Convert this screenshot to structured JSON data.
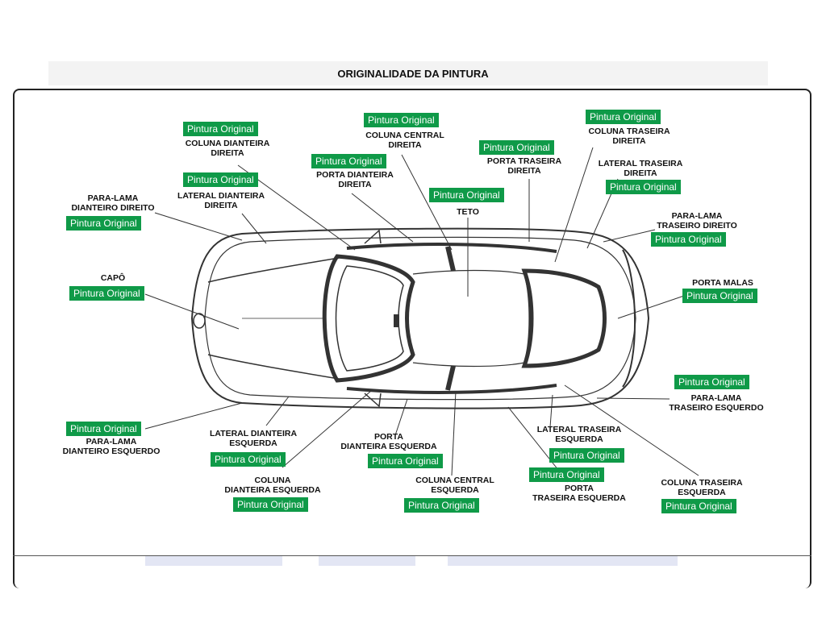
{
  "title": "ORIGINALIDADE DA PINTURA",
  "parts": [
    {
      "id": "coluna-dianteira-direita",
      "label": [
        "COLUNA DIANTEIRA",
        "DIREITA"
      ],
      "status": "Pintura Original"
    },
    {
      "id": "coluna-central-direita",
      "label": [
        "COLUNA CENTRAL",
        "DIREITA"
      ],
      "status": "Pintura Original"
    },
    {
      "id": "porta-dianteira-direita",
      "label": [
        "PORTA DIANTEIRA",
        "DIREITA"
      ],
      "status": "Pintura Original"
    },
    {
      "id": "porta-traseira-direita",
      "label": [
        "PORTA TRASEIRA",
        "DIREITA"
      ],
      "status": "Pintura Original"
    },
    {
      "id": "coluna-traseira-direita",
      "label": [
        "COLUNA TRASEIRA",
        "DIREITA"
      ],
      "status": "Pintura Original"
    },
    {
      "id": "lateral-traseira-direita",
      "label": [
        "LATERAL TRASEIRA",
        "DIREITA"
      ],
      "status": "Pintura Original"
    },
    {
      "id": "lateral-dianteira-direita",
      "label": [
        "LATERAL DIANTEIRA",
        "DIREITA"
      ],
      "status": "Pintura Original"
    },
    {
      "id": "teto",
      "label": [
        "TETO"
      ],
      "status": "Pintura Original"
    },
    {
      "id": "para-lama-dianteiro-direito",
      "label": [
        "PARA-LAMA",
        "DIANTEIRO DIREITO"
      ],
      "status": "Pintura Original"
    },
    {
      "id": "para-lama-traseiro-direito",
      "label": [
        "PARA-LAMA",
        "TRASEIRO DIREITO"
      ],
      "status": "Pintura Original"
    },
    {
      "id": "capo",
      "label": [
        "CAPÔ"
      ],
      "status": "Pintura Original"
    },
    {
      "id": "porta-malas",
      "label": [
        "PORTA MALAS"
      ],
      "status": "Pintura Original"
    },
    {
      "id": "para-lama-traseiro-esquerdo",
      "label": [
        "PARA-LAMA",
        "TRASEIRO ESQUERDO"
      ],
      "status": "Pintura Original"
    },
    {
      "id": "para-lama-dianteiro-esquerdo",
      "label": [
        "PARA-LAMA",
        "DIANTEIRO ESQUERDO"
      ],
      "status": "Pintura Original"
    },
    {
      "id": "lateral-dianteira-esquerda",
      "label": [
        "LATERAL DIANTEIRA",
        "ESQUERDA"
      ],
      "status": "Pintura Original"
    },
    {
      "id": "porta-dianteira-esquerda",
      "label": [
        "PORTA",
        "DIANTEIRA ESQUERDA"
      ],
      "status": "Pintura Original"
    },
    {
      "id": "lateral-traseira-esquerda",
      "label": [
        "LATERAL TRASEIRA",
        "ESQUERDA"
      ],
      "status": "Pintura Original"
    },
    {
      "id": "coluna-dianteira-esquerda",
      "label": [
        "COLUNA",
        "DIANTEIRA ESQUERDA"
      ],
      "status": "Pintura Original"
    },
    {
      "id": "coluna-central-esquerda",
      "label": [
        "COLUNA CENTRAL",
        "ESQUERDA"
      ],
      "status": "Pintura Original"
    },
    {
      "id": "porta-traseira-esquerda",
      "label": [
        "PORTA",
        "TRASEIRA ESQUERDA"
      ],
      "status": "Pintura Original"
    },
    {
      "id": "coluna-traseira-esquerda",
      "label": [
        "COLUNA TRASEIRA",
        "ESQUERDA"
      ],
      "status": "Pintura Original"
    }
  ],
  "colors": {
    "status_badge": "#0f9a48",
    "status_text": "#ffffff",
    "line": "#333333",
    "frame": "#222222"
  }
}
